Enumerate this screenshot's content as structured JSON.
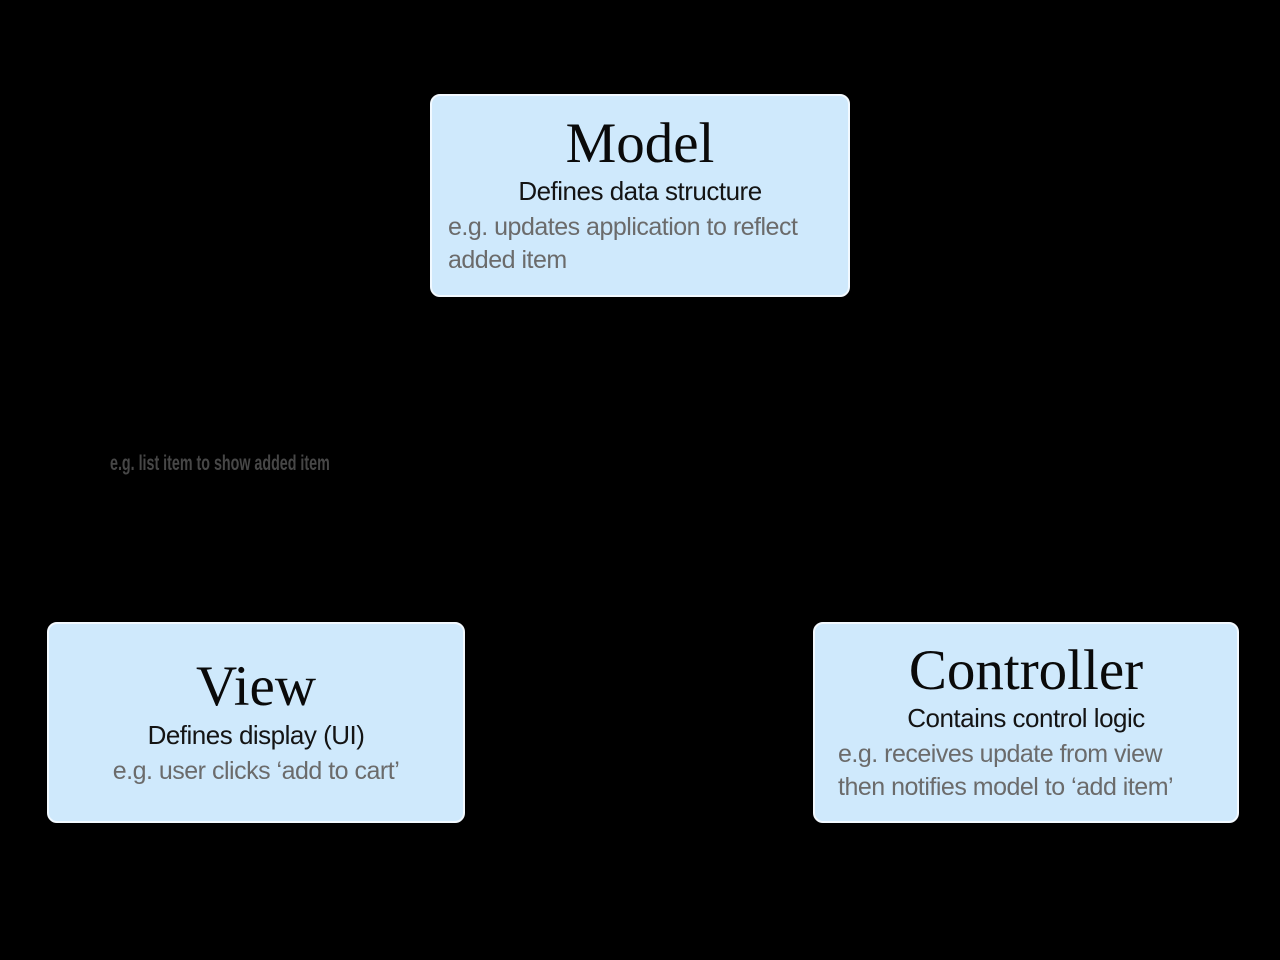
{
  "canvas": {
    "background_color": "#000000",
    "box_fill_color": "#cfe9fc",
    "box_border_color": "#f2f9ff",
    "title_color": "#0a0a0a",
    "subtitle_color": "#141414",
    "example_text_color": "#6b6b6b",
    "edge_label_color": "#474747"
  },
  "boxes": [
    {
      "id": "model",
      "title": "Model",
      "subtitle": "Defines data structure",
      "example_lines": [
        "e.g. updates application to reflect",
        "added item"
      ]
    },
    {
      "id": "view",
      "title": "View",
      "subtitle": "Defines display (UI)",
      "example_lines": [
        "e.g. user clicks ‘add to cart’"
      ]
    },
    {
      "id": "controller",
      "title": "Controller",
      "subtitle": "Contains control logic",
      "example_lines": [
        "e.g. receives update from view",
        "then notifies model to ‘add item’"
      ]
    }
  ],
  "annotations": [
    {
      "id": "model-to-view-example",
      "text": "e.g. list item to show added item"
    }
  ]
}
